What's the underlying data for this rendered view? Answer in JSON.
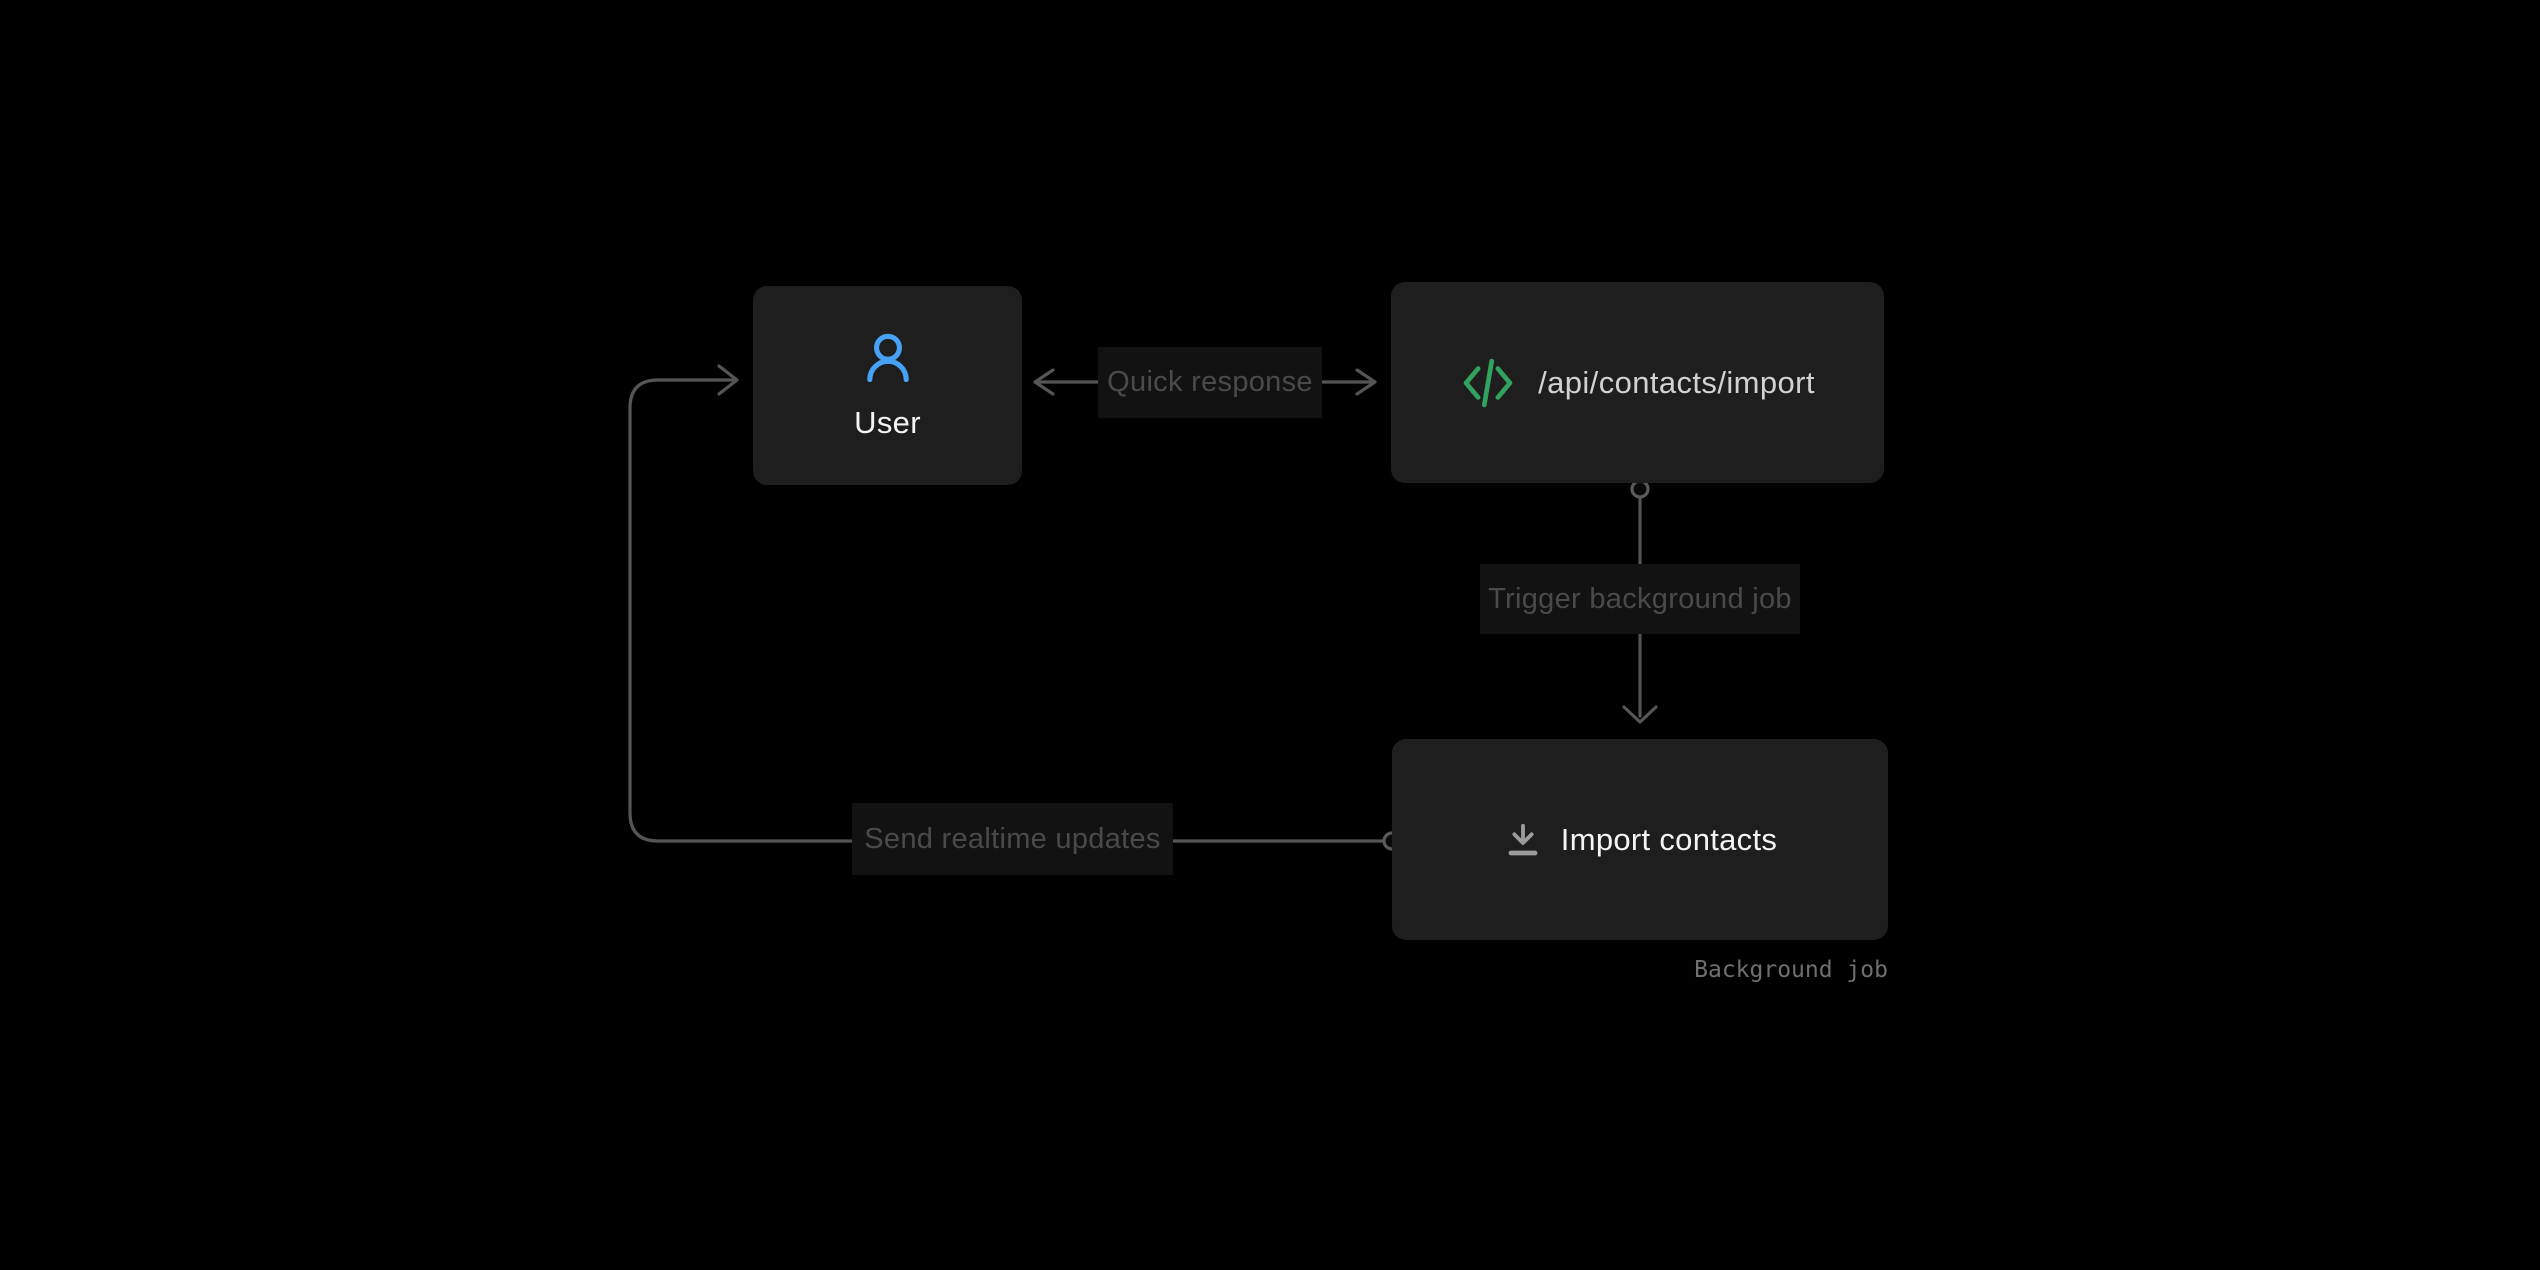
{
  "colors": {
    "background": "#000000",
    "node_bg": "#1e1e1e",
    "label_bg": "#121212",
    "connector": "#555555",
    "edge_label_text": "#4a4a4a",
    "annotation_text": "#6f6f6f",
    "node_title_text": "#f4f4f4",
    "api_path_text": "#d2d2d2",
    "user_icon_blue": "#47a2f5",
    "code_icon_green": "#31a35f",
    "download_icon_gray": "#9b9b9b",
    "connector_dot_stroke": "#5a5a5a",
    "connector_dot_fill": "#0a0a0a"
  },
  "nodes": {
    "user": {
      "label": "User",
      "icon": "user-icon"
    },
    "api": {
      "label": "/api/contacts/import",
      "icon": "code-icon"
    },
    "import_job": {
      "label": "Import contacts",
      "icon": "download-icon",
      "annotation": "Background job"
    }
  },
  "edges": {
    "quick_response": {
      "label": "Quick response",
      "between": [
        "user",
        "api"
      ],
      "style": "bidirectional"
    },
    "trigger_job": {
      "label": "Trigger background job",
      "from": "api",
      "to": "import_job",
      "style": "down-arrow"
    },
    "realtime_updates": {
      "label": "Send realtime updates",
      "from": "import_job",
      "to": "user",
      "style": "orthogonal-loop"
    }
  }
}
